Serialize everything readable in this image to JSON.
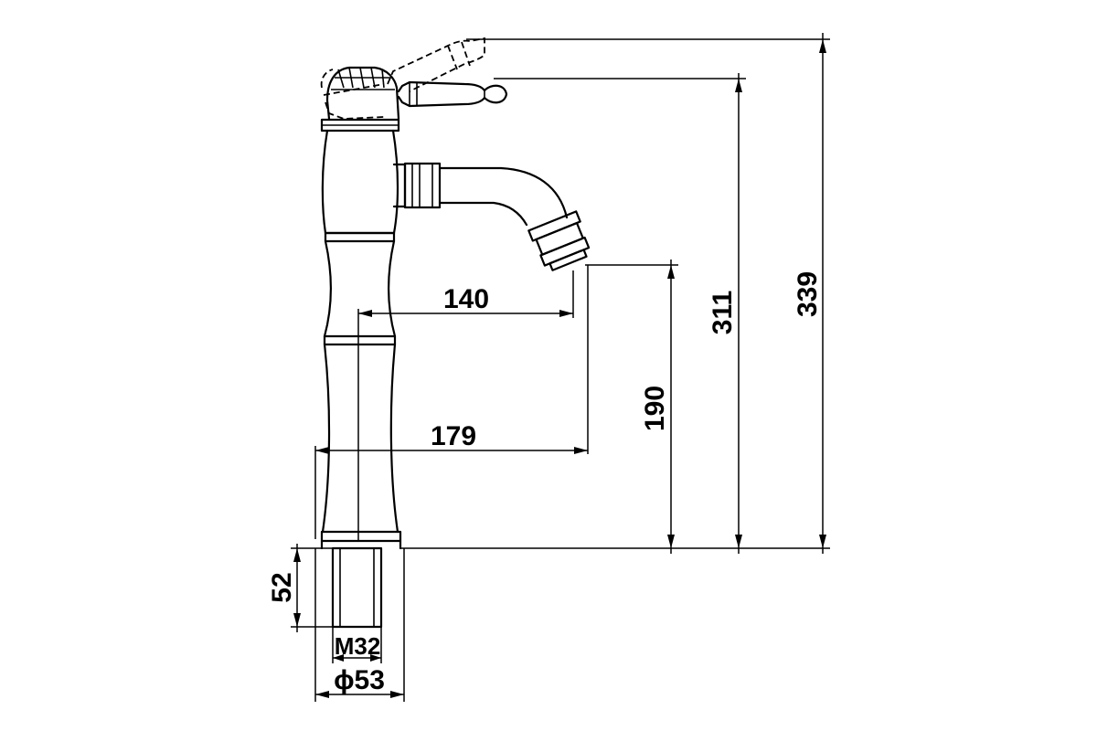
{
  "dimensions": {
    "spout_reach": "140",
    "overall_reach": "179",
    "spout_height": "190",
    "handle_height": "311",
    "total_height": "339",
    "shank_length": "52",
    "thread_size": "M32",
    "base_diameter": "ϕ53"
  }
}
